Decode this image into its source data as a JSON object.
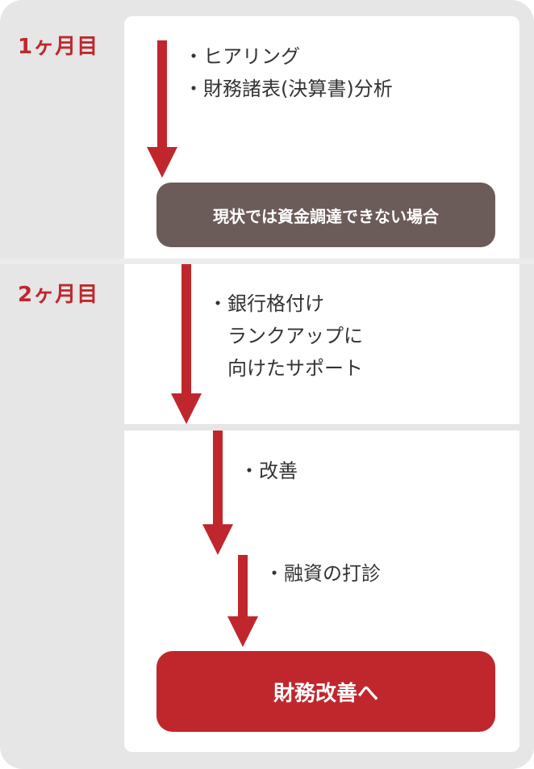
{
  "months": [
    {
      "label": "1ヶ月目"
    },
    {
      "label": "2ヶ月目"
    }
  ],
  "steps": {
    "step1": [
      "・ヒアリング",
      "・財務諸表(決算書)分析"
    ],
    "step2": [
      "・銀行格付け",
      "　ランクアップに",
      "　向けたサポート"
    ],
    "step3": [
      "・改善"
    ],
    "step4": [
      "・融資の打診"
    ]
  },
  "boxes": {
    "situation": "現状では資金調達できない場合",
    "result": "財務改善へ"
  },
  "colors": {
    "accent_red": "#c0272d",
    "situation_box": "#6b5b59",
    "frame_bg": "#e6e6e6",
    "panel_bg": "#ffffff",
    "text": "#333333"
  }
}
